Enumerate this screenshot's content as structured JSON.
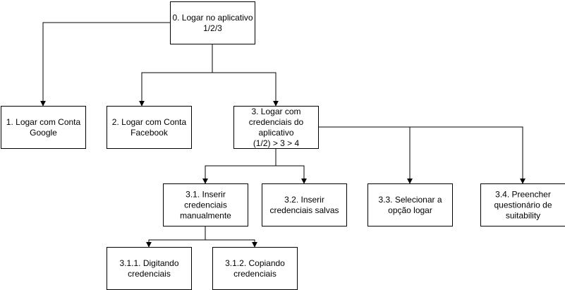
{
  "diagram": {
    "nodes": [
      {
        "id": "n0",
        "lines": [
          "0. Logar no aplicativo",
          "1/2/3"
        ]
      },
      {
        "id": "n1",
        "lines": [
          "1. Logar com Conta",
          "Google"
        ]
      },
      {
        "id": "n2",
        "lines": [
          "2. Logar com Conta",
          "Facebook"
        ]
      },
      {
        "id": "n3",
        "lines": [
          "3. Logar com",
          "credenciais do",
          "aplicativo",
          "(1/2) > 3 > 4"
        ]
      },
      {
        "id": "n31",
        "lines": [
          "3.1. Inserir",
          "credenciais",
          "manualmente"
        ]
      },
      {
        "id": "n32",
        "lines": [
          "3.2. Inserir",
          "credenciais salvas"
        ]
      },
      {
        "id": "n33",
        "lines": [
          "3.3. Selecionar a",
          "opção logar"
        ]
      },
      {
        "id": "n34",
        "lines": [
          "3.4. Preencher",
          "questionário de",
          "suitability"
        ]
      },
      {
        "id": "n311",
        "lines": [
          "3.1.1. Digitando",
          "credenciais"
        ]
      },
      {
        "id": "n312",
        "lines": [
          "3.1.2. Copiando",
          "credenciais"
        ]
      }
    ],
    "edges": [
      {
        "from": "n0",
        "to": "n1"
      },
      {
        "from": "n0",
        "to": "n2"
      },
      {
        "from": "n0",
        "to": "n3"
      },
      {
        "from": "n3",
        "to": "n31"
      },
      {
        "from": "n3",
        "to": "n32"
      },
      {
        "from": "n3",
        "to": "n33"
      },
      {
        "from": "n3",
        "to": "n34"
      },
      {
        "from": "n31",
        "to": "n311"
      },
      {
        "from": "n31",
        "to": "n312"
      }
    ]
  }
}
